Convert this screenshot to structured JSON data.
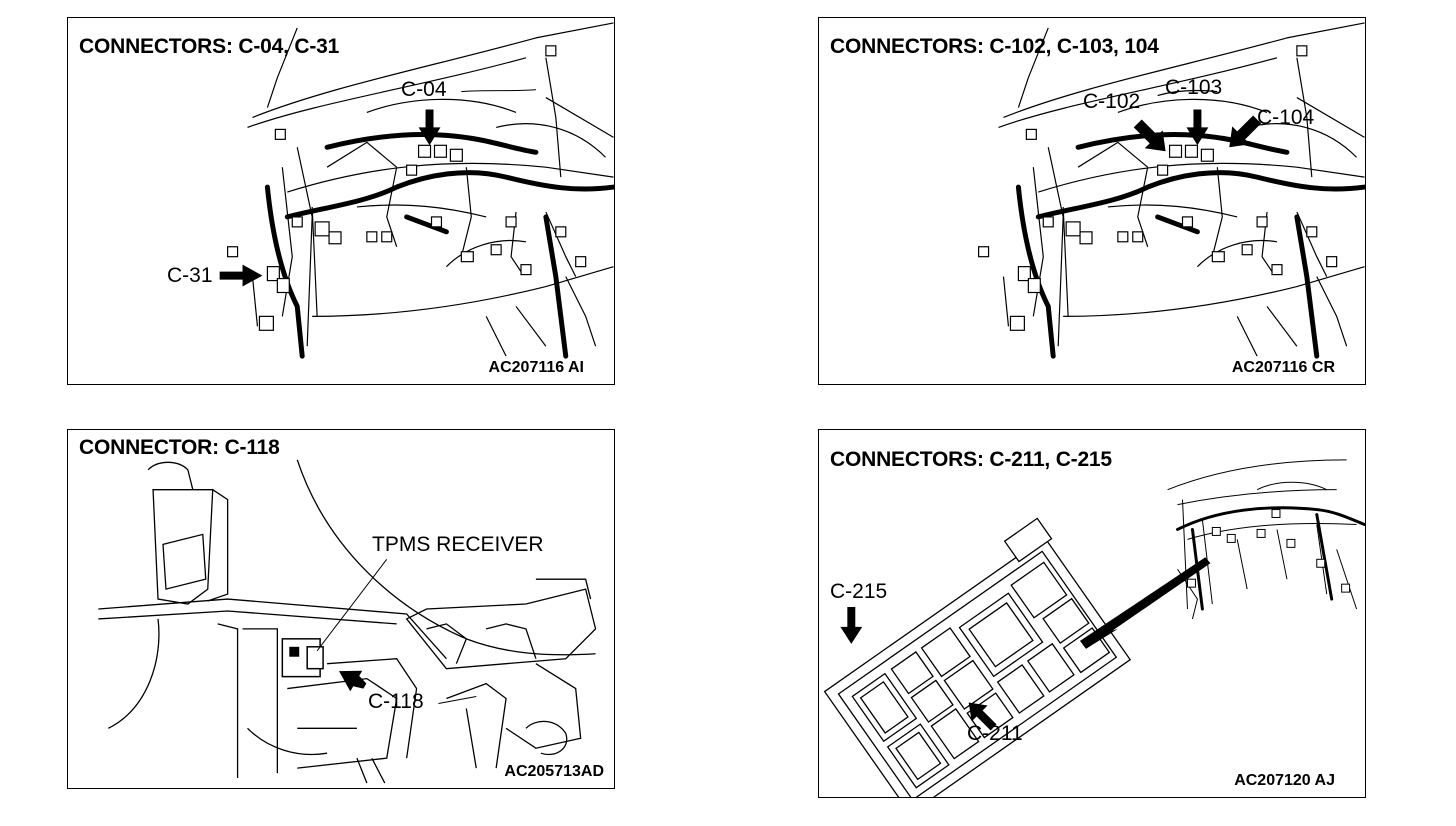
{
  "panels": [
    {
      "title": "CONNECTORS: C-04, C-31",
      "figure_code": "AC207116 AI",
      "labels": [
        "C-04",
        "C-31"
      ]
    },
    {
      "title": "CONNECTORS: C-102, C-103, 104",
      "figure_code": "AC207116 CR",
      "labels": [
        "C-102",
        "C-103",
        "C-104"
      ]
    },
    {
      "title": "CONNECTOR: C-118",
      "figure_code": "AC205713AD",
      "labels": [
        "TPMS RECEIVER",
        "C-118"
      ]
    },
    {
      "title": "CONNECTORS: C-211, C-215",
      "figure_code": "AC207120 AJ",
      "labels": [
        "C-215",
        "C-211"
      ]
    }
  ]
}
